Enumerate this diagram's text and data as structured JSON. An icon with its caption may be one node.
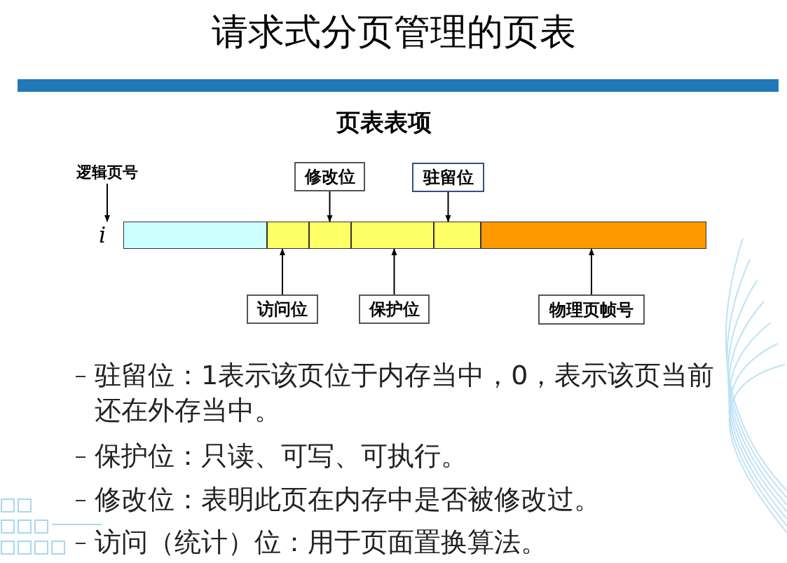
{
  "diagram": {
    "title": "请求式分页管理的页表",
    "nodes": [
      {
        "text": [
          "逻辑页号"
        ]
      },
      {
        "text": [
          "修改位"
        ]
      },
      {
        "text": [
          "驻留位"
        ]
      },
      {
        "text": [
          "i"
        ]
      },
      {
        "text": [],
        "shape": "box"
      },
      {
        "text": [],
        "shape": "box"
      },
      {
        "text": [],
        "shape": "box"
      },
      {
        "text": [],
        "shape": "box"
      },
      {
        "text": [],
        "shape": "box"
      },
      {
        "text": [],
        "shape": "box"
      },
      {
        "text": [
          "访问位"
        ]
      },
      {
        "text": [
          "保护位"
        ]
      },
      {
        "text": [
          "物理页帧号"
        ]
      }
    ],
    "edges": [
      {
        "from": 0,
        "to": 3,
        "arrow": "to"
      },
      {
        "from": 1,
        "to": 6,
        "arrow": "to"
      },
      {
        "from": 2,
        "to": 8,
        "arrow": "to"
      },
      {
        "from": 10,
        "to": 5,
        "arrow": "to"
      },
      {
        "from": 11,
        "to": 7,
        "arrow": "to"
      },
      {
        "from": 12,
        "to": 9,
        "arrow": "to"
      }
    ],
    "labels": [
      "页表表项",
      "驻留位：1表示该页位于内存当中，0，表示该页当前还在外存当中。",
      "保护位：只读、可写、可执行。",
      "修改位：表明此页在内存中是否被修改过。",
      "访问（统计）位：用于页面置换算法。"
    ]
  }
}
